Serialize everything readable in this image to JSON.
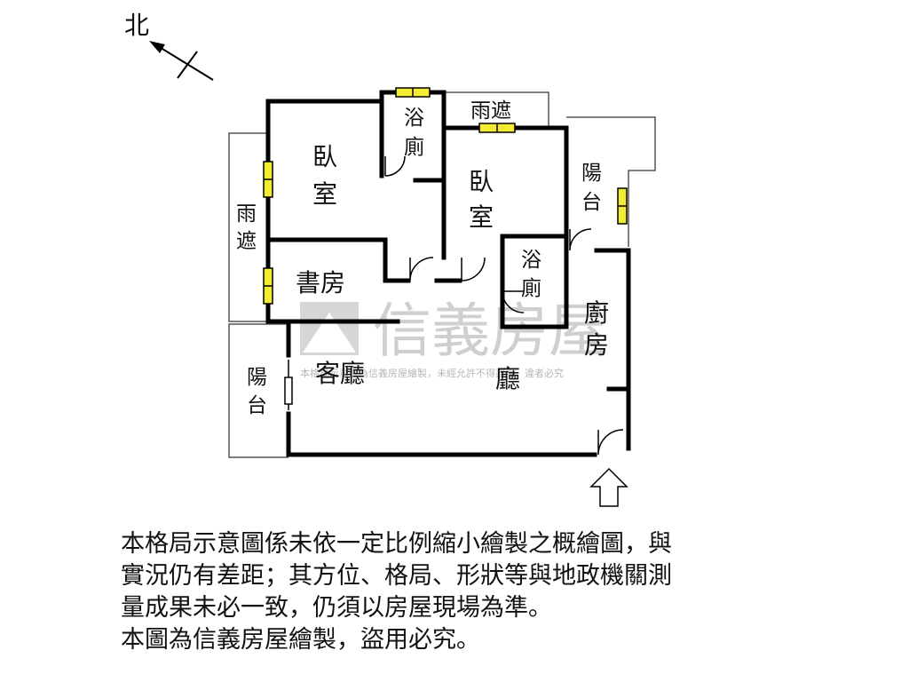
{
  "compass": {
    "north_label": "北"
  },
  "rooms": {
    "bedroom_master": [
      "臥",
      "室"
    ],
    "bath_master": [
      "浴",
      "廁"
    ],
    "rain_cover_top": "雨遮",
    "bedroom_second": [
      "臥",
      "室"
    ],
    "balcony_right": [
      "陽",
      "台"
    ],
    "rain_cover_left": [
      "雨",
      "遮"
    ],
    "study": "書房",
    "bath_second": [
      "浴",
      "廁"
    ],
    "kitchen": [
      "廚",
      "房"
    ],
    "living_room": "客廳",
    "dining_hall": "廳",
    "balcony_left": [
      "陽",
      "台"
    ]
  },
  "watermark": {
    "brand": "信義房屋",
    "notice": "本格局示意圖為信義房屋繪製，未經允許不得盜用，違者必究"
  },
  "disclaimer": [
    "本格局示意圖係未依一定比例縮小繪製之概繪圖，與",
    "實況仍有差距；其方位、格局、形狀等與地政機關測",
    "量成果未必一致，仍須以房屋現場為準。",
    "本圖為信義房屋繪製，盜用必究。"
  ],
  "colors": {
    "wall": "#000000",
    "window": "#f2ea33",
    "watermark": "#cfcfcf",
    "text": "#111111"
  }
}
